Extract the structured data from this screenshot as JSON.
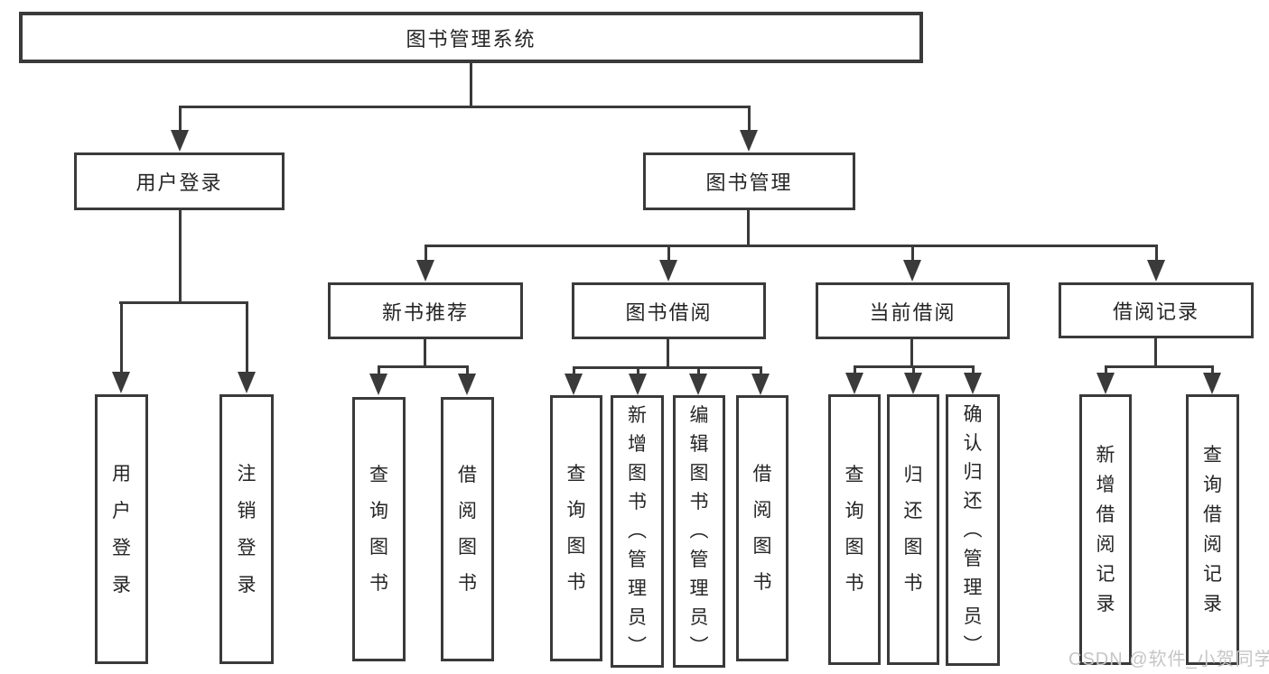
{
  "diagram": {
    "root": "图书管理系统",
    "level2": {
      "user_login": "用户登录",
      "book_management": "图书管理"
    },
    "level3": {
      "new_book": "新书推荐",
      "book_borrow": "图书借阅",
      "current_borrow": "当前借阅",
      "borrow_record": "借阅记录"
    },
    "leaves": {
      "user": [
        "用户登录",
        "注销登录"
      ],
      "new_book": [
        "查询图书",
        "借阅图书"
      ],
      "book_borrow": [
        "查询图书",
        "新增图书（管理员）",
        "编辑图书（管理员）",
        "借阅图书"
      ],
      "current_borrow": [
        "查询图书",
        "归还图书",
        "确认归还（管理员）"
      ],
      "borrow_record": [
        "新增借阅记录",
        "查询借阅记录"
      ]
    }
  },
  "watermark": "CSDN @软件_小贺同学",
  "colors": {
    "line": "#3a3a3a",
    "text": "#252525",
    "watermark": "#c5c5c5",
    "background": "#ffffff"
  }
}
